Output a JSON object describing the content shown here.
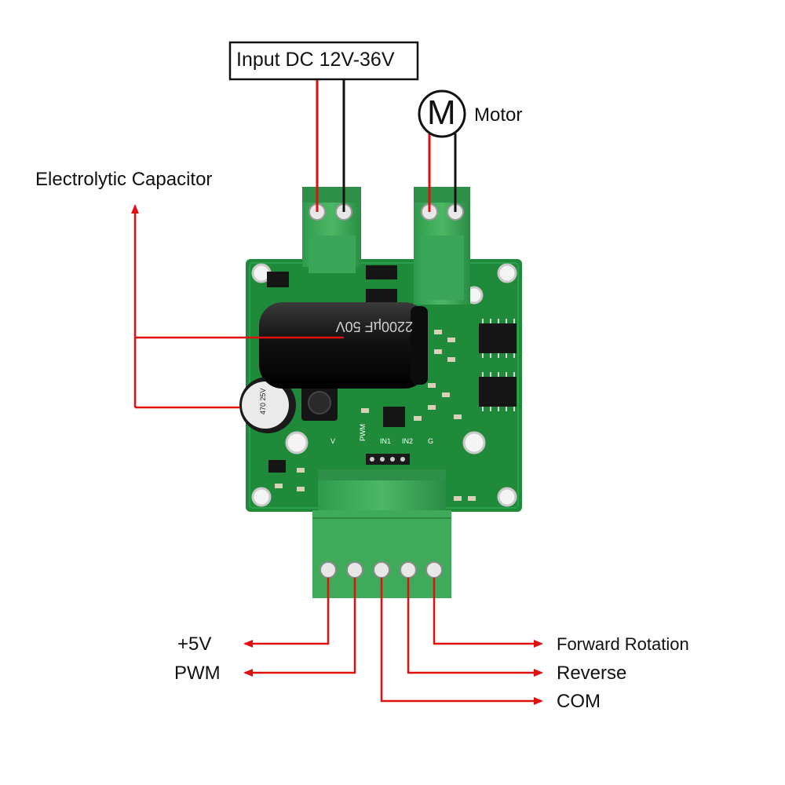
{
  "labels": {
    "input": "Input DC 12V-36V",
    "motor": "Motor",
    "motor_symbol": "M",
    "capacitor": "Electrolytic Capacitor",
    "plus5v": "+5V",
    "pwm": "PWM",
    "forward": "Forward Rotation",
    "reverse": "Reverse",
    "com": "COM"
  },
  "board": {
    "big_cap_text": "2200µF 50V",
    "small_cap_text": "470 25V",
    "silkscreen": [
      "V",
      "PWM",
      "IN1",
      "IN2",
      "G"
    ]
  },
  "colors": {
    "wire_red": "#e01010",
    "wire_black": "#111111",
    "pcb": "#1f8a3a",
    "terminal": "#3fa85a"
  }
}
